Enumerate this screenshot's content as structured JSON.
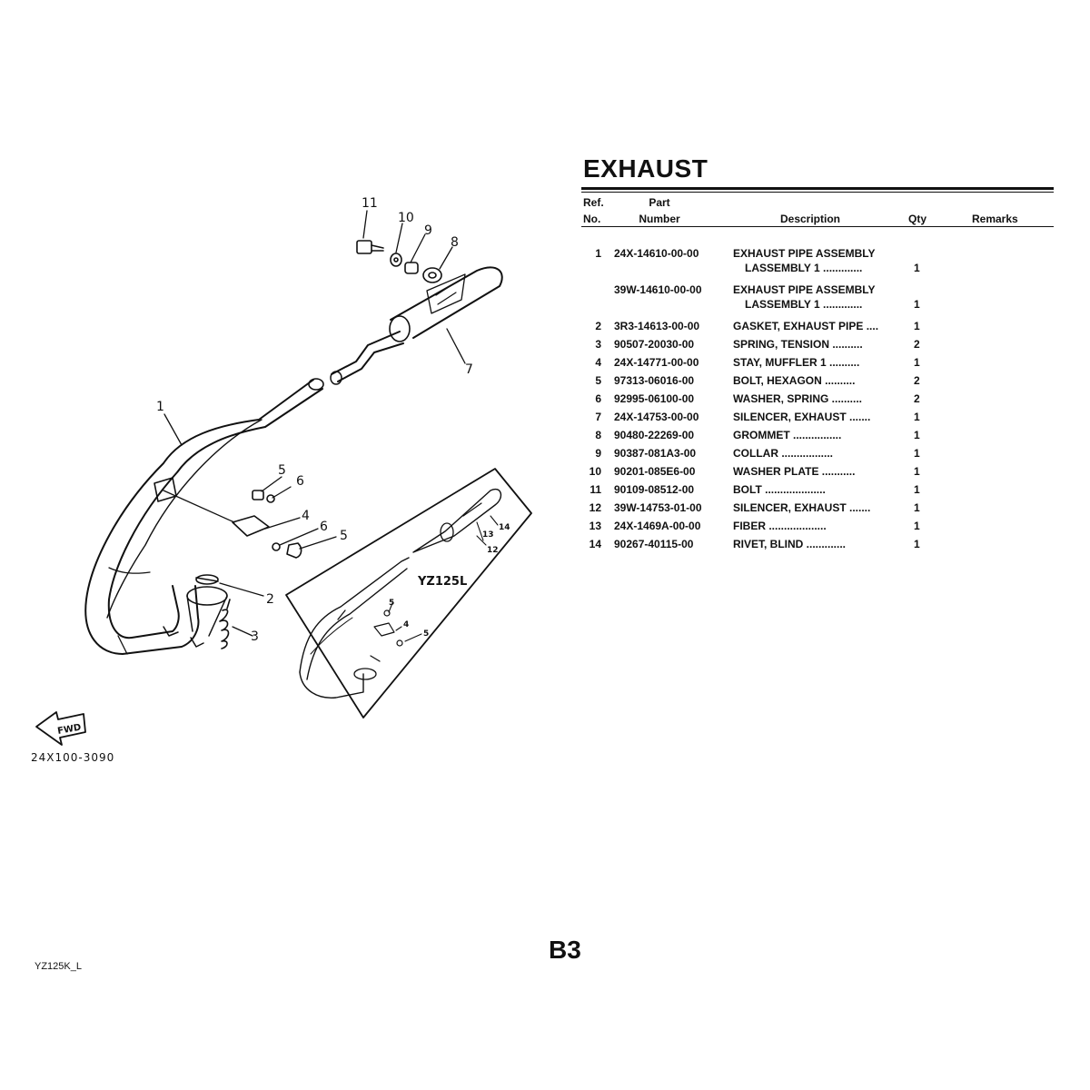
{
  "header": {
    "title": "EXHAUST",
    "col_ref": [
      "Ref.",
      "No."
    ],
    "col_part": [
      "Part",
      "Number"
    ],
    "col_description": "Description",
    "col_qty": "Qty",
    "col_remarks": "Remarks"
  },
  "parts": [
    {
      "ref": "1",
      "number": "24X-14610-00-00",
      "description": "EXHAUST PIPE ASSEMBLY",
      "description_2": "LASSEMBLY 1 .............",
      "qty": "1"
    },
    {
      "ref": "",
      "number": "39W-14610-00-00",
      "description": "EXHAUST PIPE ASSEMBLY",
      "description_2": "LASSEMBLY 1 .............",
      "qty": "1"
    },
    {
      "ref": "2",
      "number": "3R3-14613-00-00",
      "description": "GASKET, EXHAUST PIPE ....",
      "qty": "1"
    },
    {
      "ref": "3",
      "number": "90507-20030-00",
      "description": "SPRING, TENSION ..........",
      "qty": "2"
    },
    {
      "ref": "4",
      "number": "24X-14771-00-00",
      "description": "STAY, MUFFLER 1 ..........",
      "qty": "1"
    },
    {
      "ref": "5",
      "number": "97313-06016-00",
      "description": "BOLT, HEXAGON ..........",
      "qty": "2"
    },
    {
      "ref": "6",
      "number": "92995-06100-00",
      "description": "WASHER, SPRING ..........",
      "qty": "2"
    },
    {
      "ref": "7",
      "number": "24X-14753-00-00",
      "description": "SILENCER, EXHAUST .......",
      "qty": "1"
    },
    {
      "ref": "8",
      "number": "90480-22269-00",
      "description": "GROMMET ................",
      "qty": "1"
    },
    {
      "ref": "9",
      "number": "90387-081A3-00",
      "description": "COLLAR .................",
      "qty": "1"
    },
    {
      "ref": "10",
      "number": "90201-085E6-00",
      "description": "WASHER PLATE ...........",
      "qty": "1"
    },
    {
      "ref": "11",
      "number": "90109-08512-00",
      "description": "BOLT ....................",
      "qty": "1"
    },
    {
      "ref": "12",
      "number": "39W-14753-01-00",
      "description": "SILENCER, EXHAUST .......",
      "qty": "1"
    },
    {
      "ref": "13",
      "number": "24X-1469A-00-00",
      "description": "FIBER ...................",
      "qty": "1"
    },
    {
      "ref": "14",
      "number": "90267-40115-00",
      "description": "RIVET, BLIND .............",
      "qty": "1"
    }
  ],
  "diagram": {
    "callouts": [
      "1",
      "2",
      "3",
      "4",
      "5",
      "5",
      "6",
      "6",
      "7",
      "8",
      "9",
      "10",
      "11"
    ],
    "inset_label": "YZ125L",
    "inset_callouts": [
      "4",
      "5",
      "5",
      "12",
      "13",
      "14"
    ],
    "fwd_label": "FWD",
    "drawing_code": "24X100-3090"
  },
  "footer": {
    "page_id": "B3",
    "model_code": "YZ125K_L"
  }
}
